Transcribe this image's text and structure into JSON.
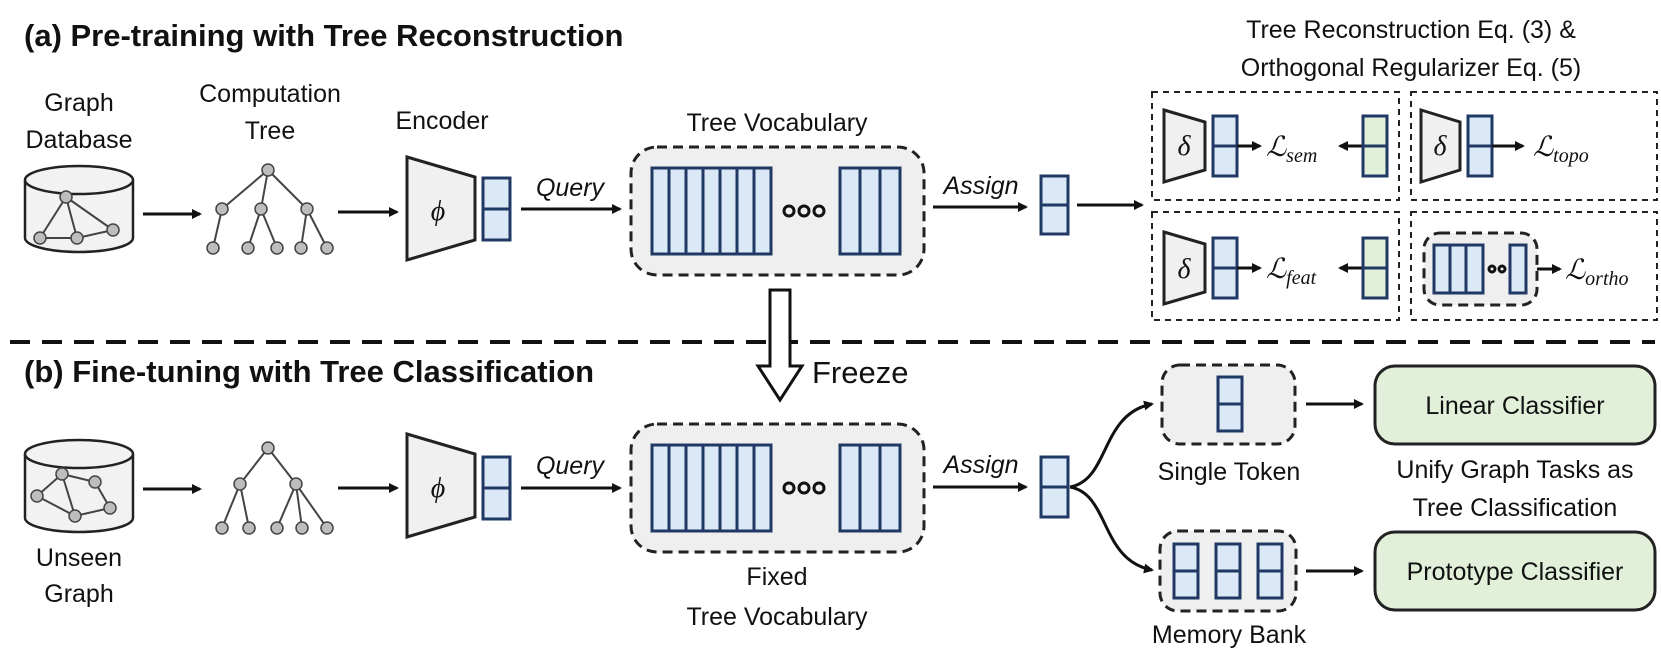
{
  "sections": {
    "pretrain_title": "(a) Pre-training with Tree Reconstruction",
    "finetune_title": "(b) Fine-tuning with Tree Classification"
  },
  "labels": {
    "graph_database_line1": "Graph",
    "graph_database_line2": "Database",
    "computation_tree_line1": "Computation",
    "computation_tree_line2": "Tree",
    "encoder": "Encoder",
    "encoder_symbol": "ϕ",
    "query": "Query",
    "assign": "Assign",
    "tree_vocabulary": "Tree Vocabulary",
    "freeze": "Freeze",
    "unseen_graph_line1": "Unseen",
    "unseen_graph_line2": "Graph",
    "fixed_vocab_line1": "Fixed",
    "fixed_vocab_line2": "Tree Vocabulary",
    "single_token": "Single Token",
    "memory_bank": "Memory Bank",
    "linear_classifier": "Linear Classifier",
    "prototype_classifier": "Prototype Classifier",
    "unify_line1": "Unify Graph Tasks as",
    "unify_line2": "Tree Classification"
  },
  "losses": {
    "header_line1": "Tree Reconstruction Eq. (3) &",
    "header_line2": "Orthogonal Regularizer Eq. (5)",
    "decoder_symbol": "δ",
    "script_L": "ℒ",
    "sem": "sem",
    "topo": "topo",
    "feat": "feat",
    "ortho": "ortho"
  },
  "colors": {
    "token_fill": "#dbe8f6",
    "token_stroke": "#1f3864",
    "target_fill": "#e2efd9",
    "classifier_fill": "#e2efd9",
    "vocab_fill": "#efefef"
  }
}
